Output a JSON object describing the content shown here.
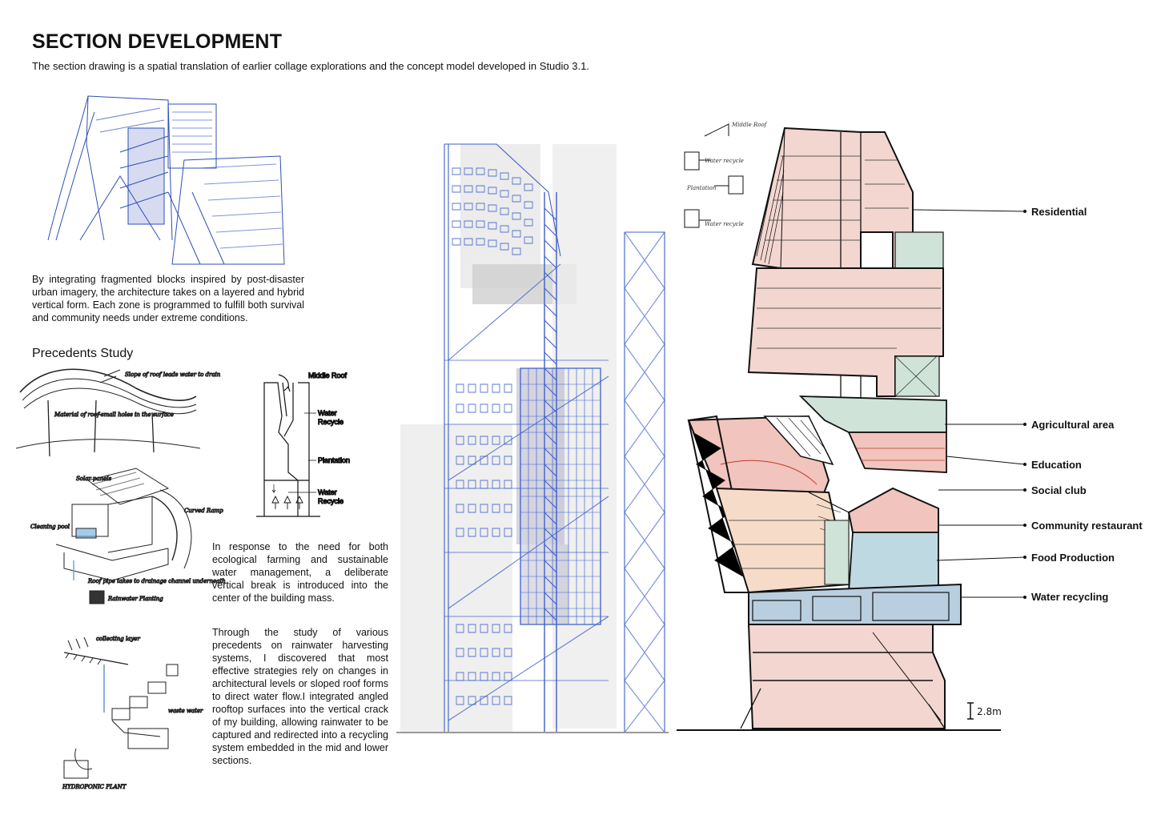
{
  "header": {
    "title": "SECTION DEVELOPMENT",
    "subtitle": "The section drawing is a spatial translation of earlier collage explorations and the concept model developed in Studio 3.1."
  },
  "paragraphs": {
    "intro": "By integrating fragmented blocks inspired by post-disaster urban imagery, the architecture takes on a layered and hybrid vertical form. Each zone is programmed to fulfill both survival and community needs under extreme conditions.",
    "break": "In response to the need for both ecological farming and sustainable water management, a deliberate vertical break is introduced into the center of the building mass.",
    "study": "Through the study of various precedents on rainwater harvesting systems, I discovered that most effective strategies rely on changes in architectural levels or sloped roof forms to direct water flow.I integrated angled rooftop surfaces into the vertical crack of my building, allowing rainwater to be captured and redirected into a recycling system embedded in the mid and lower sections."
  },
  "precedents": {
    "title": "Precedents Study"
  },
  "diagram_labels": {
    "middle_roof": "Middle Roof",
    "water_recycle_top": "Water\nRecycle",
    "plantation": "Plantation",
    "water_recycle_bottom": "Water\nRecycle"
  },
  "sketch_notes": {
    "roof_slope": "Slope of roof leads water to drain",
    "roof_material": "Material of roof-small holes in the surface",
    "solar": "Solar panels",
    "curved_ramp": "Curved Ramp",
    "cleaning": "Cleaning pool",
    "roof_pipe": "Roof pipe takes to drainage channel underneath",
    "rainwater": "Rainwater Planting",
    "collecting": "collecting layer",
    "waste": "waste water",
    "hydroponic": "HYDROPONIC PLANT",
    "key_middle_roof": "Middle Roof",
    "key_water_recycle_1": "Water recycle",
    "key_plantation": "Plantation",
    "key_water_recycle_2": "Water recycle",
    "scale": "2.8m"
  },
  "zones": [
    "Residential",
    "Agricultural area",
    "Education",
    "Social club",
    "Community restaurant",
    "Food Production",
    "Water recycling"
  ],
  "colors": {
    "residential": "#f2d6cf",
    "agricultural": "#cfe3d8",
    "education": "#f1c4bd",
    "food": "#bfd9e2",
    "water": "#b9cfe0",
    "sketch_blue": "#2f4fb8"
  }
}
